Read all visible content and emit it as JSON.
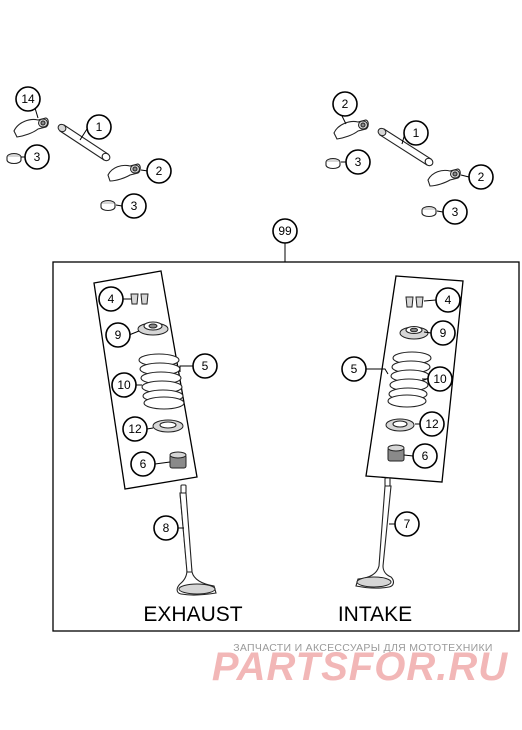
{
  "callouts": {
    "c14": "14",
    "c3a": "3",
    "c1a": "1",
    "c2a": "2",
    "c3b": "3",
    "c2b": "2",
    "c3c": "3",
    "c1b": "1",
    "c2c": "2",
    "c3d": "3",
    "c99": "99",
    "ex4": "4",
    "ex9": "9",
    "ex5": "5",
    "ex10": "10",
    "ex12": "12",
    "ex6": "6",
    "ex8": "8",
    "in4": "4",
    "in9": "9",
    "in5": "5",
    "in10": "10",
    "in12": "12",
    "in6": "6",
    "in7": "7"
  },
  "labels": {
    "exhaust": "EXHAUST",
    "intake": "INTAKE"
  },
  "watermark": {
    "tagline": "ЗАПЧАСТИ И АКСЕССУАРЫ ДЛЯ МОТОТЕХНИКИ",
    "brand": "PARTSFOR.RU",
    "brand_color": "#f2b7b7"
  }
}
